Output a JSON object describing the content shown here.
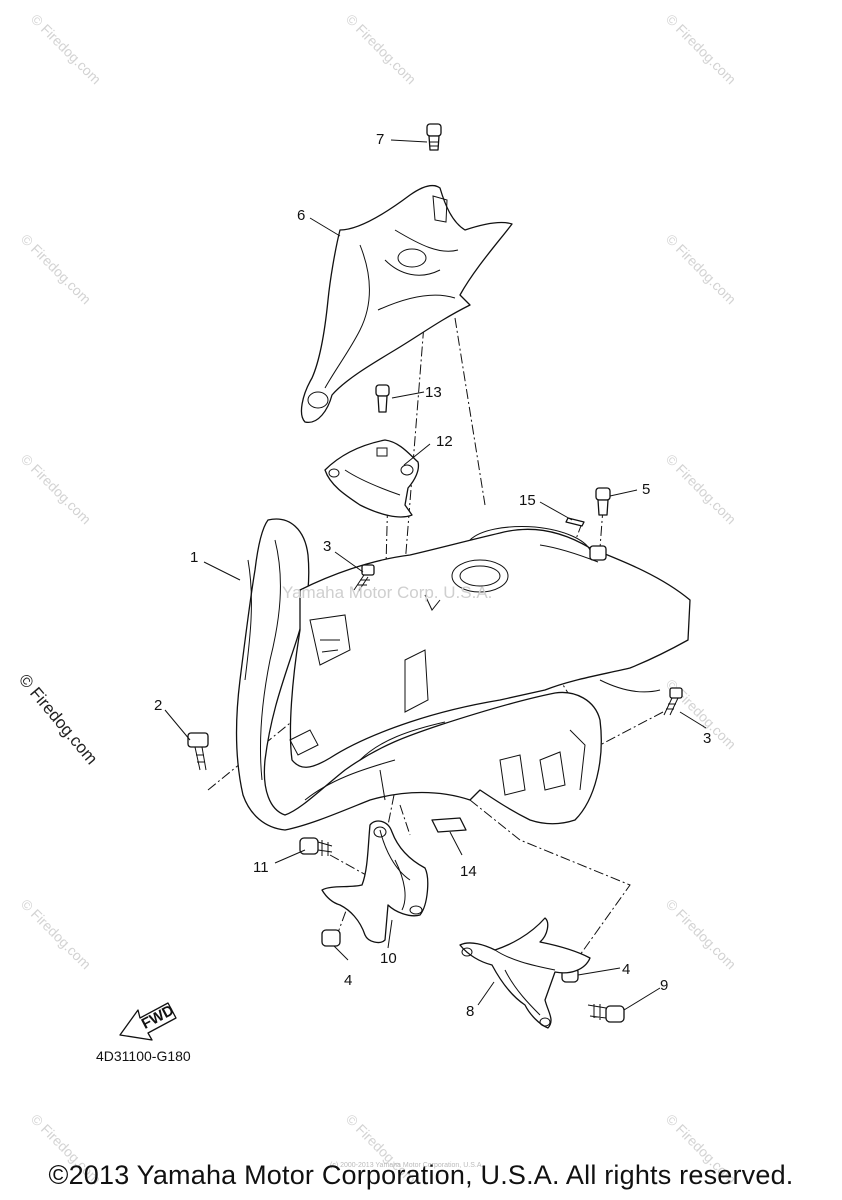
{
  "diagram_code": "4D31100-G180",
  "copyright": "©2013 Yamaha Motor Corporation, U.S.A. All rights reserved.",
  "watermark": "© Firedog.com",
  "center_watermark": "Yamaha Motor Corp. U.S.A.",
  "fine_print": "(c) 2000-2013 Yamaha Motor Corporation, U.S.A.",
  "fwd_label": "FWD",
  "callouts": {
    "c1": "1",
    "c2": "2",
    "c3a": "3",
    "c3b": "3",
    "c4a": "4",
    "c4b": "4",
    "c5": "5",
    "c6": "6",
    "c7": "7",
    "c8": "8",
    "c9": "9",
    "c10": "10",
    "c11": "11",
    "c12": "12",
    "c13": "13",
    "c14": "14",
    "c15": "15"
  }
}
